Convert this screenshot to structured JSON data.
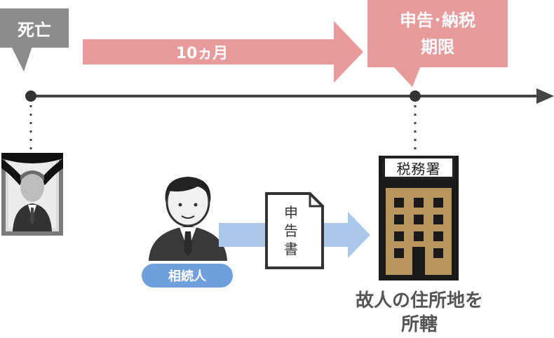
{
  "timeline": {
    "death_label": "死亡",
    "duration_label": "10ヵ月",
    "deadline_label_line1": "申告･納税",
    "deadline_label_line2": "期限"
  },
  "people": {
    "heir_label": "相続人"
  },
  "document": {
    "lines": [
      "申",
      "告",
      "書"
    ]
  },
  "tax_office": {
    "sign": "税務署",
    "jurisdiction_line1": "故人の住所地を",
    "jurisdiction_line2": "所轄"
  },
  "colors": {
    "death_callout": "#8c8c8c",
    "period_arrow": "#e99a9a",
    "deadline_callout": "#e99a9a",
    "timeline": "#444444",
    "flow_arrow": "#a9c8ea",
    "heir_badge": "#6f9fdc",
    "building": "#b8955c"
  }
}
